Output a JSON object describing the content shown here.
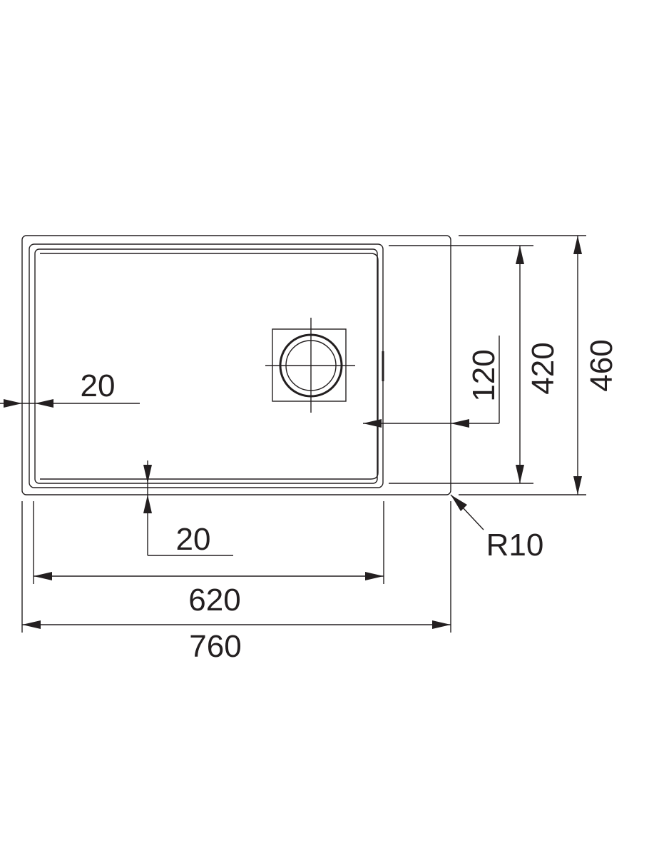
{
  "drawing": {
    "dimensions": {
      "overall_width": "760",
      "bowl_width": "620",
      "overall_depth": "460",
      "bowl_depth": "420",
      "waste_offset": "120",
      "left_margin": "20",
      "front_margin": "20",
      "corner_radius": "R10"
    },
    "colors": {
      "line": "#231f20",
      "background": "#ffffff"
    }
  }
}
